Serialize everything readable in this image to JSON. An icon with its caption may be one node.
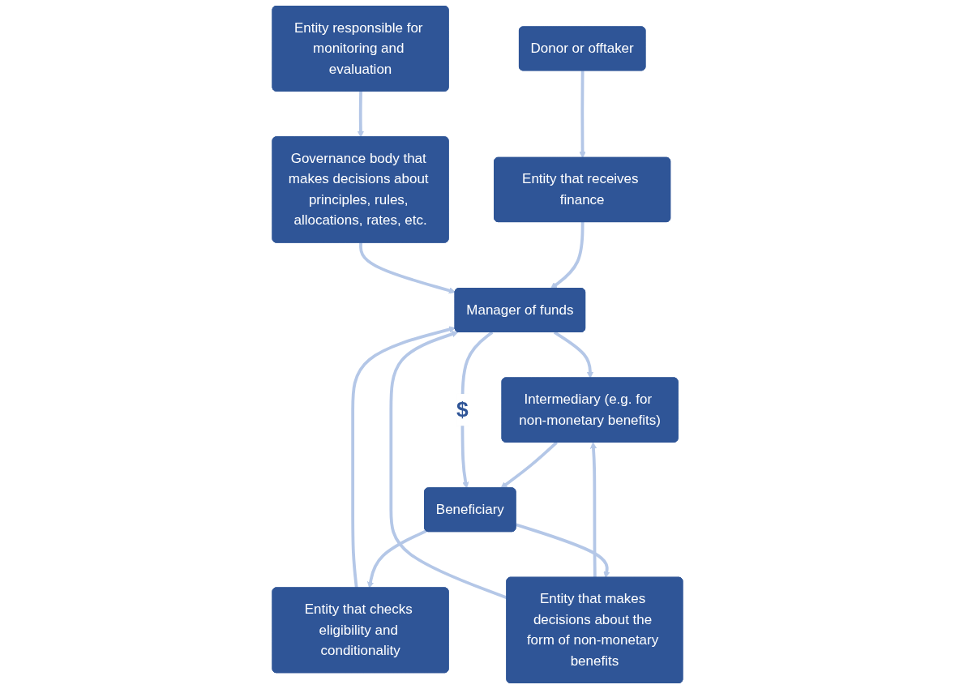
{
  "diagram": {
    "nodes": [
      {
        "text": [
          "Donor or offtaker"
        ]
      },
      {
        "text": [
          "Entity that receives finance"
        ]
      },
      {
        "text": [
          "Manager of funds"
        ]
      },
      {
        "text": [
          "Governance body that makes decisions about principles, rules, allocations, rates, etc."
        ]
      },
      {
        "text": [
          "Entity responsible for monitoring and evaluation"
        ]
      },
      {
        "text": [
          "Entity that checks eligibility and conditionality"
        ]
      },
      {
        "text": [
          "Intermediary (e.g. for non-monetary benefits)"
        ]
      },
      {
        "text": [
          "Entity that makes decisions about the form of non-monetary benefits"
        ]
      },
      {
        "text": [
          "Beneficiary"
        ]
      }
    ],
    "edges": [
      {
        "from": 0,
        "to": 1,
        "arrow": "to"
      },
      {
        "from": 1,
        "to": 2,
        "arrow": "to"
      },
      {
        "from": 3,
        "to": 2,
        "arrow": "to"
      },
      {
        "from": 4,
        "to": 3,
        "arrow": "to"
      },
      {
        "from": 2,
        "to": 6,
        "arrow": "to"
      },
      {
        "from": 7,
        "to": 6,
        "arrow": "to"
      },
      {
        "from": 7,
        "to": 2,
        "arrow": "to"
      },
      {
        "from": 5,
        "to": 2,
        "arrow": "to"
      },
      {
        "from": 8,
        "to": 5,
        "arrow": "to"
      },
      {
        "from": 6,
        "to": 8,
        "arrow": "to"
      },
      {
        "from": 8,
        "to": 7,
        "arrow": "to"
      },
      {
        "from": 2,
        "to": 8,
        "arrow": "to",
        "label": "$"
      }
    ]
  }
}
